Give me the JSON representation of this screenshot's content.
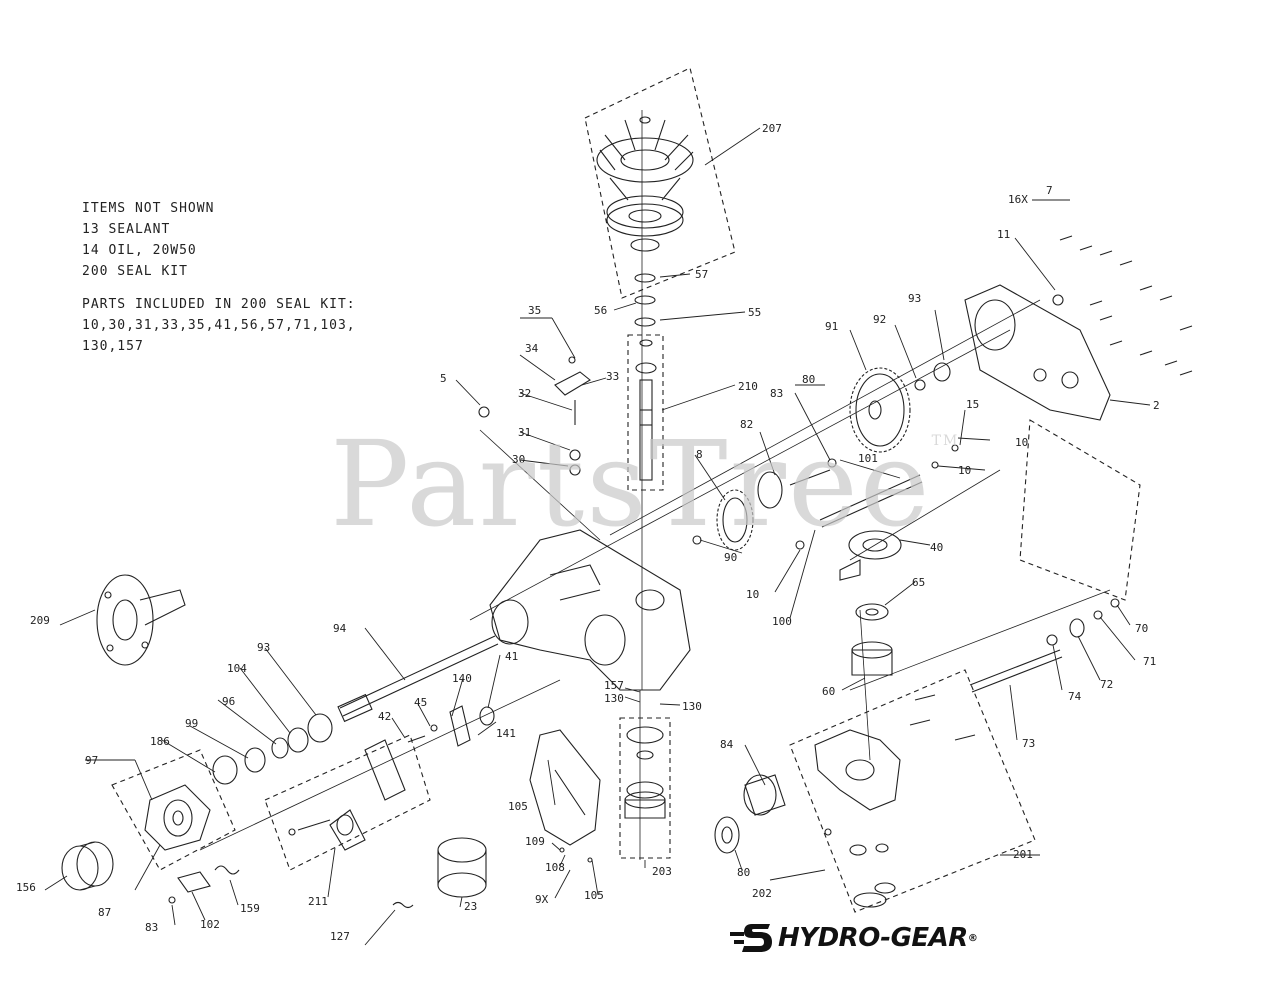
{
  "notes": {
    "not_shown_title": "ITEMS NOT SHOWN",
    "not_shown": [
      "13 SEALANT",
      "14 OIL, 20W50",
      "200 SEAL KIT"
    ],
    "kit_title": "PARTS INCLUDED IN 200 SEAL KIT:",
    "kit_lines": [
      "10,30,31,33,35,41,56,57,71,103,",
      "130,157"
    ]
  },
  "watermark": {
    "text": "PartsTree",
    "mark": "TM"
  },
  "brand": {
    "text": "HYDRO-GEAR",
    "mark": "®"
  },
  "labels": [
    {
      "id": "l207",
      "text": "207"
    },
    {
      "id": "l57",
      "text": "57"
    },
    {
      "id": "l56",
      "text": "56"
    },
    {
      "id": "l55",
      "text": "55"
    },
    {
      "id": "l35",
      "text": "35"
    },
    {
      "id": "l34",
      "text": "34"
    },
    {
      "id": "l33",
      "text": "33"
    },
    {
      "id": "l32",
      "text": "32"
    },
    {
      "id": "l31",
      "text": "31"
    },
    {
      "id": "l30",
      "text": "30"
    },
    {
      "id": "l5",
      "text": "5"
    },
    {
      "id": "l210",
      "text": "210"
    },
    {
      "id": "l16x",
      "text": "16X"
    },
    {
      "id": "l7",
      "text": "7"
    },
    {
      "id": "l11",
      "text": "11"
    },
    {
      "id": "l93",
      "text": "93"
    },
    {
      "id": "l92",
      "text": "92"
    },
    {
      "id": "l91",
      "text": "91"
    },
    {
      "id": "l80",
      "text": "80"
    },
    {
      "id": "l83",
      "text": "83"
    },
    {
      "id": "l82",
      "text": "82"
    },
    {
      "id": "l15",
      "text": "15"
    },
    {
      "id": "l2",
      "text": "2"
    },
    {
      "id": "l10a",
      "text": "10"
    },
    {
      "id": "l10b",
      "text": "10"
    },
    {
      "id": "l101",
      "text": "101"
    },
    {
      "id": "l8",
      "text": "8"
    },
    {
      "id": "l90",
      "text": "90"
    },
    {
      "id": "l40",
      "text": "40"
    },
    {
      "id": "l10c",
      "text": "10"
    },
    {
      "id": "l100",
      "text": "100"
    },
    {
      "id": "l65",
      "text": "65"
    },
    {
      "id": "l70",
      "text": "70"
    },
    {
      "id": "l71",
      "text": "71"
    },
    {
      "id": "l72",
      "text": "72"
    },
    {
      "id": "l74",
      "text": "74"
    },
    {
      "id": "l60",
      "text": "60"
    },
    {
      "id": "l73",
      "text": "73"
    },
    {
      "id": "l209",
      "text": "209"
    },
    {
      "id": "l94",
      "text": "94"
    },
    {
      "id": "l41",
      "text": "41"
    },
    {
      "id": "l140",
      "text": "140"
    },
    {
      "id": "l157",
      "text": "157"
    },
    {
      "id": "l130a",
      "text": "130"
    },
    {
      "id": "l130b",
      "text": "130"
    },
    {
      "id": "l141",
      "text": "141"
    },
    {
      "id": "l93b",
      "text": "93"
    },
    {
      "id": "l104",
      "text": "104"
    },
    {
      "id": "l96",
      "text": "96"
    },
    {
      "id": "l45",
      "text": "45"
    },
    {
      "id": "l42",
      "text": "42"
    },
    {
      "id": "l99",
      "text": "99"
    },
    {
      "id": "l186",
      "text": "186"
    },
    {
      "id": "l97",
      "text": "97"
    },
    {
      "id": "l84",
      "text": "84"
    },
    {
      "id": "l105a",
      "text": "105"
    },
    {
      "id": "l109",
      "text": "109"
    },
    {
      "id": "l108",
      "text": "108"
    },
    {
      "id": "l105b",
      "text": "105"
    },
    {
      "id": "l9x",
      "text": "9X"
    },
    {
      "id": "l203",
      "text": "203"
    },
    {
      "id": "l80b",
      "text": "80"
    },
    {
      "id": "l202",
      "text": "202"
    },
    {
      "id": "l201",
      "text": "201"
    },
    {
      "id": "l156",
      "text": "156"
    },
    {
      "id": "l87",
      "text": "87"
    },
    {
      "id": "l83b",
      "text": "83"
    },
    {
      "id": "l102",
      "text": "102"
    },
    {
      "id": "l159",
      "text": "159"
    },
    {
      "id": "l211",
      "text": "211"
    },
    {
      "id": "l23",
      "text": "23"
    },
    {
      "id": "l127",
      "text": "127"
    }
  ]
}
